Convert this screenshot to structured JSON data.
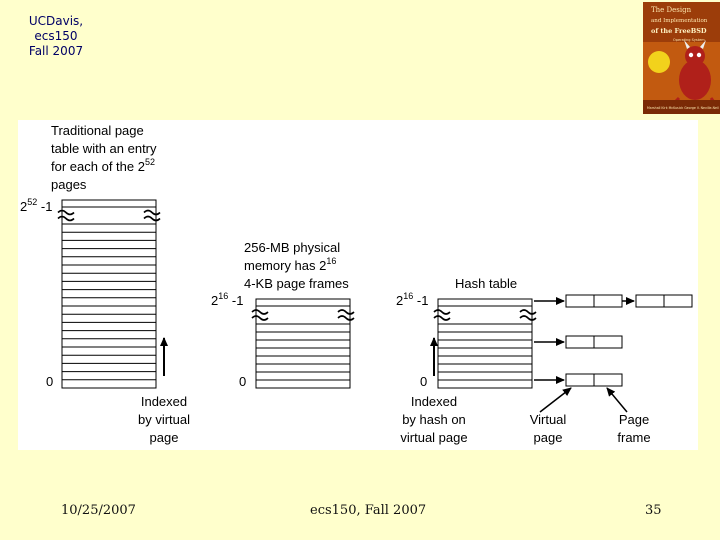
{
  "header": {
    "line1": "UCDavis, ecs150",
    "line2": "Fall 2007"
  },
  "book_cover": {
    "title_lines": [
      "The Design",
      "and Implementation",
      "of the FreeBSD",
      "Operating System"
    ],
    "authors": "Marshall Kirk McKusick  George V. Neville-Neil",
    "colors": {
      "cover": "#c25a10",
      "mascot": "#b0201a",
      "badge": "#f2d21c"
    }
  },
  "diagram": {
    "traditional": {
      "caption": [
        "Traditional page",
        "table with an entry",
        "for each of the 2",
        "pages"
      ],
      "caption_sup": "52",
      "top_label": "2",
      "top_label_sup": "52",
      "top_label_suffix": " -1",
      "bottom_label": "0",
      "arrow_caption": [
        "Indexed",
        "by virtual",
        "page"
      ]
    },
    "physical": {
      "caption": [
        "256-MB physical",
        "memory has 2",
        "4-KB page frames"
      ],
      "caption_sup": "16",
      "top_label": "2",
      "top_label_sup": "16",
      "top_label_suffix": " -1",
      "bottom_label": "0"
    },
    "hash": {
      "caption": "Hash table",
      "top_label": "2",
      "top_label_sup": "16",
      "top_label_suffix": " -1",
      "bottom_label": "0",
      "arrow_caption": [
        "Indexed",
        "by hash on",
        "virtual page"
      ],
      "virtual_label": [
        "Virtual",
        "page"
      ],
      "frame_label": [
        "Page",
        "frame"
      ]
    }
  },
  "footer": {
    "date": "10/25/2007",
    "course": "ecs150, Fall 2007",
    "page": "35"
  }
}
